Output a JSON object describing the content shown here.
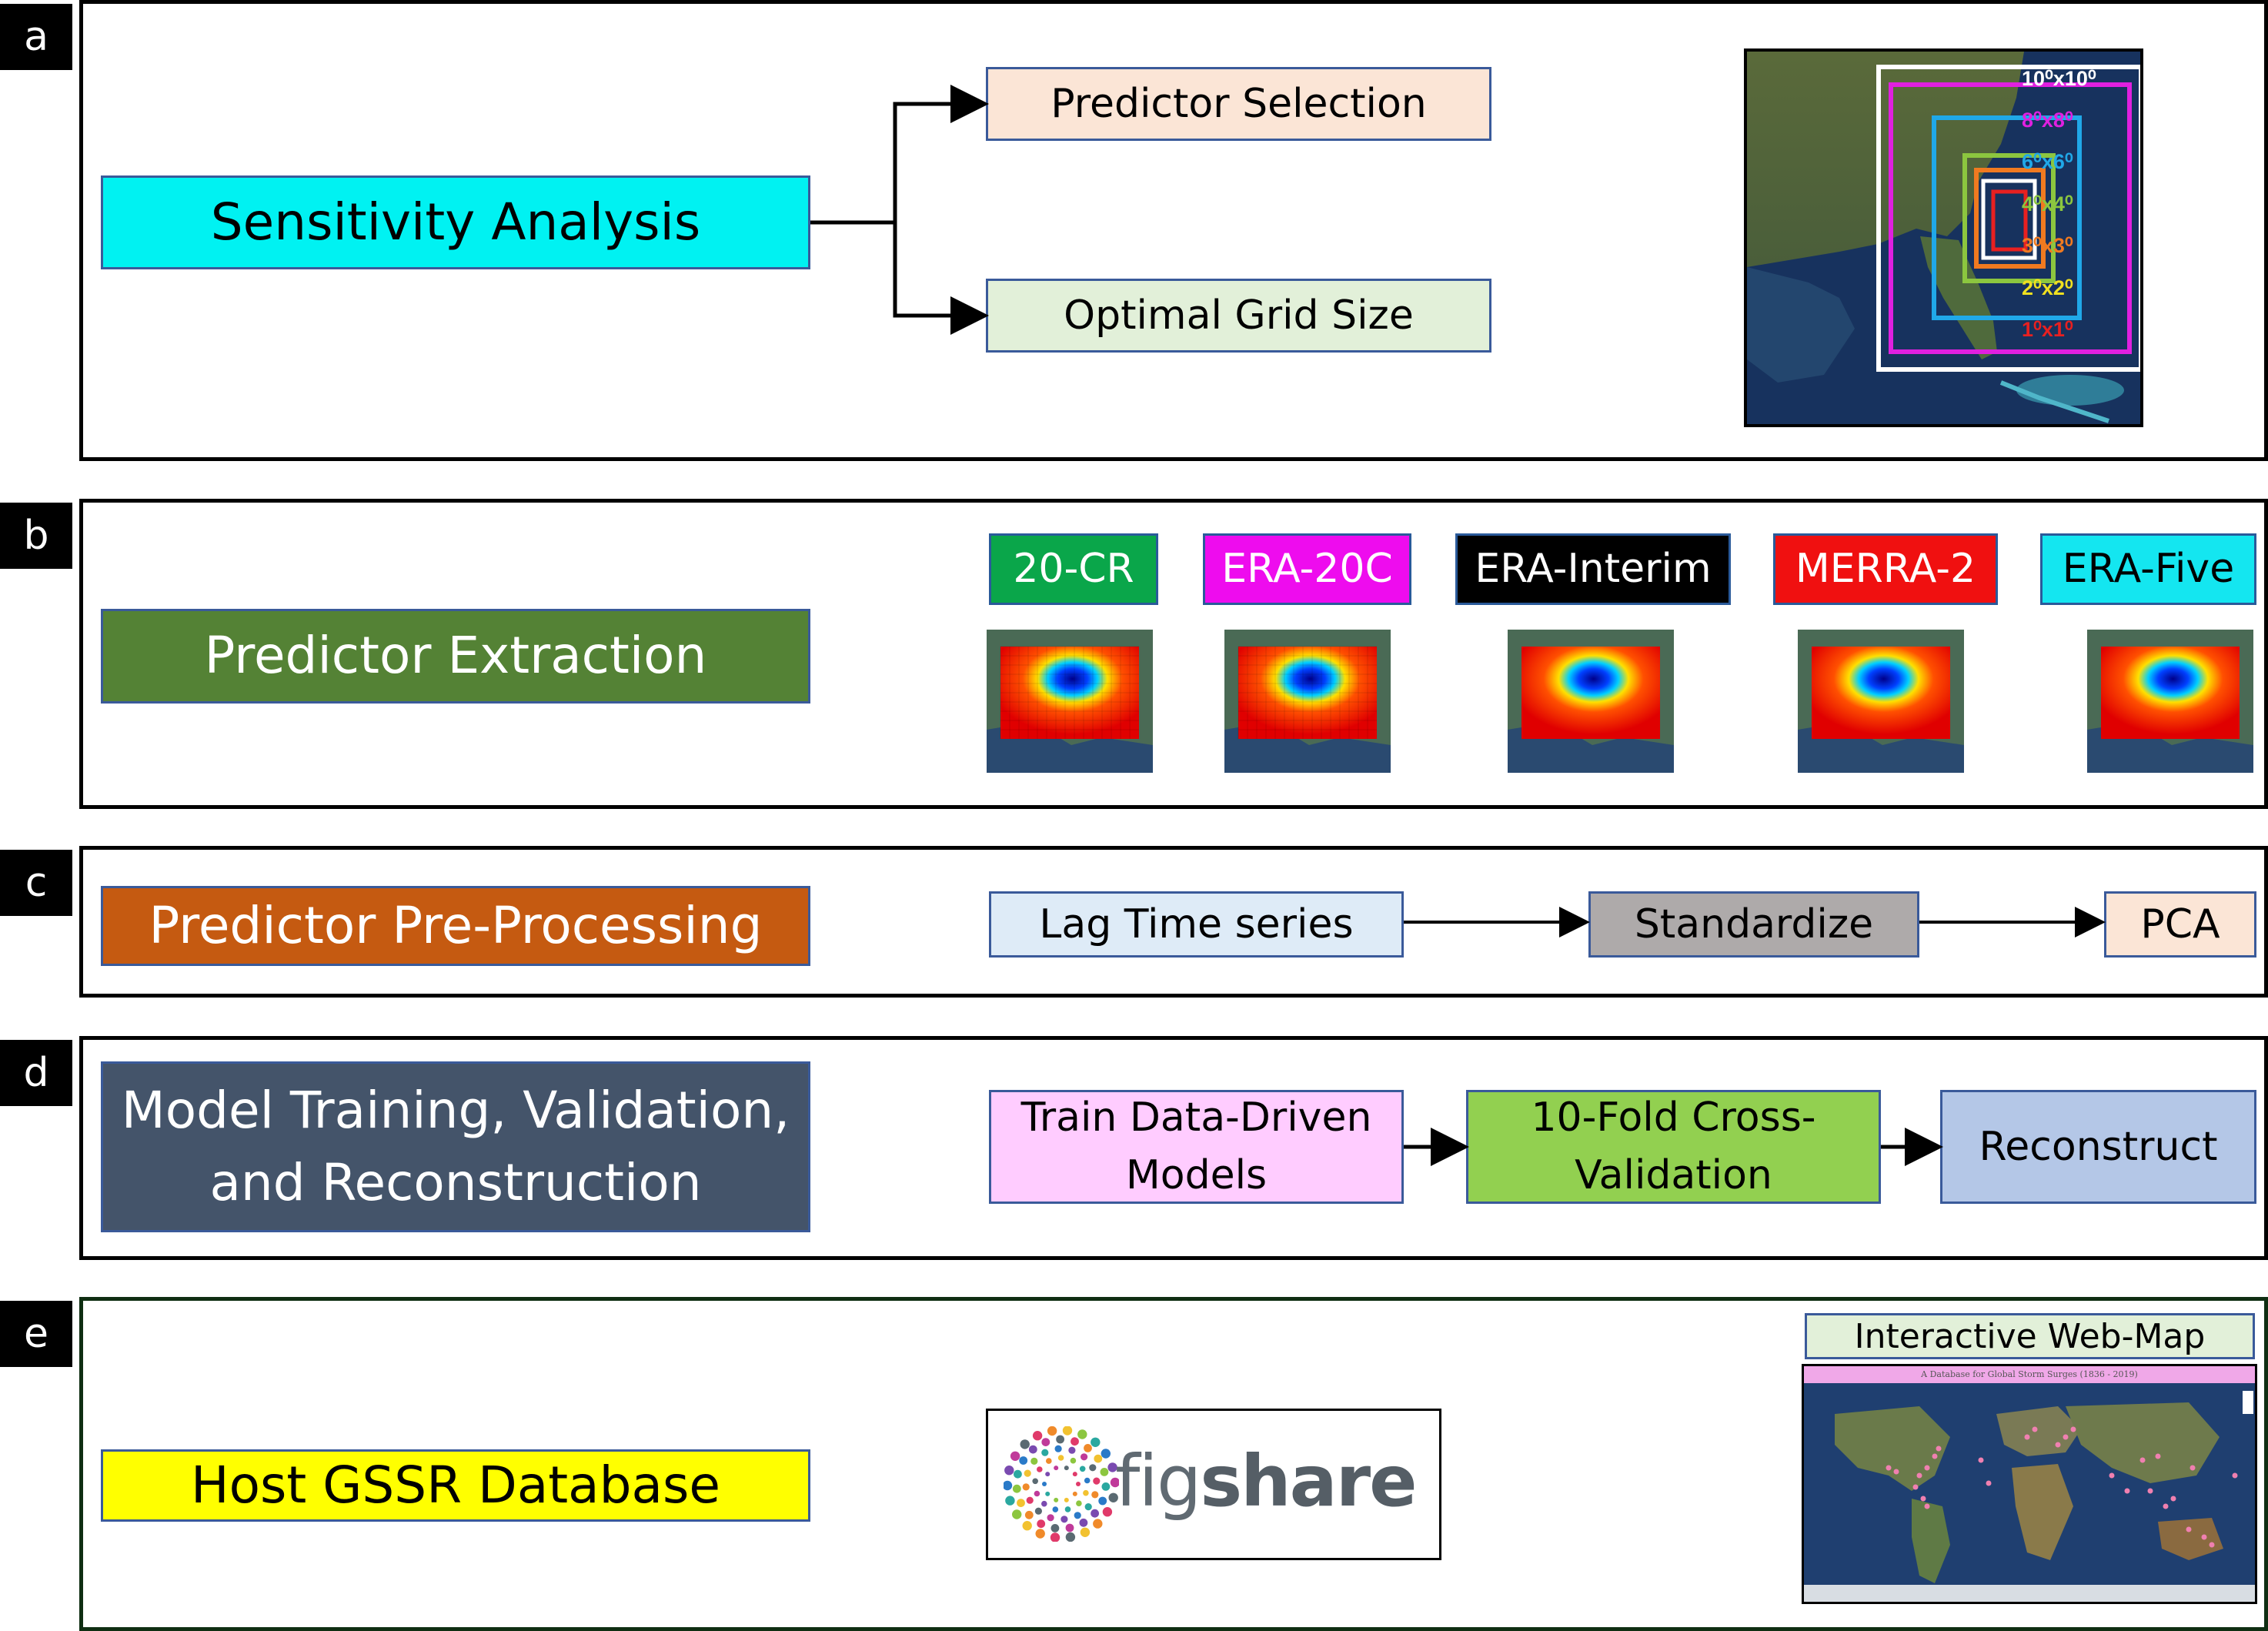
{
  "panels": {
    "a": {
      "tag": "a",
      "main": "Sensitivity Analysis",
      "branch1": "Predictor Selection",
      "branch2": "Optimal Grid Size",
      "grid_labels": [
        {
          "text": "10⁰x10⁰",
          "color": "#ffffff"
        },
        {
          "text": "8⁰x8⁰",
          "color": "#e020e0"
        },
        {
          "text": "6⁰x6⁰",
          "color": "#20a8e8"
        },
        {
          "text": "4⁰x4⁰",
          "color": "#8cc63f"
        },
        {
          "text": "3⁰x3⁰",
          "color": "#f07a20"
        },
        {
          "text": "2⁰x2⁰",
          "color": "#f0e020"
        },
        {
          "text": "1⁰x1⁰",
          "color": "#e82020"
        }
      ]
    },
    "b": {
      "tag": "b",
      "main": "Predictor Extraction",
      "datasets": [
        {
          "label": "20-CR",
          "bg": "#0aa64a",
          "fg": "#ffffff"
        },
        {
          "label": "ERA-20C",
          "bg": "#ee0cee",
          "fg": "#ffffff"
        },
        {
          "label": "ERA-Interim",
          "bg": "#000000",
          "fg": "#ffffff"
        },
        {
          "label": "MERRA-2",
          "bg": "#f01010",
          "fg": "#ffffff"
        },
        {
          "label": "ERA-Five",
          "bg": "#14e6f0",
          "fg": "#000000"
        }
      ]
    },
    "c": {
      "tag": "c",
      "main": "Predictor Pre-Processing",
      "steps": [
        "Lag Time series",
        "Standardize",
        "PCA"
      ]
    },
    "d": {
      "tag": "d",
      "main_line1": "Model Training, Validation,",
      "main_line2": "and Reconstruction",
      "steps": [
        {
          "line1": "Train Data-Driven",
          "line2": "Models"
        },
        {
          "line1": "10-Fold Cross-",
          "line2": "Validation"
        },
        {
          "line1": "Reconstruct",
          "line2": ""
        }
      ]
    },
    "e": {
      "tag": "e",
      "main": "Host GSSR Database",
      "figshare_fig": "fig",
      "figshare_share": "share",
      "webmap_title": "Interactive Web-Map",
      "webmap_header": "A Database for Global Storm Surges (1836 - 2019)"
    }
  },
  "colors": {
    "sensitivity": "#00f2f2",
    "predictor_extraction": "#548235",
    "preprocessing": "#c55a11",
    "model_training": "#44546a",
    "host": "#ffff00",
    "predictor_selection": "#fbe5d6",
    "optimal_grid": "#e2f0d9",
    "lag": "#deebf7",
    "standardize": "#aeaaaa",
    "pca": "#fbe5d6",
    "train": "#ffccff",
    "crossval": "#92d050",
    "reconstruct": "#b4c7e7",
    "webmap": "#e2f0d9"
  }
}
